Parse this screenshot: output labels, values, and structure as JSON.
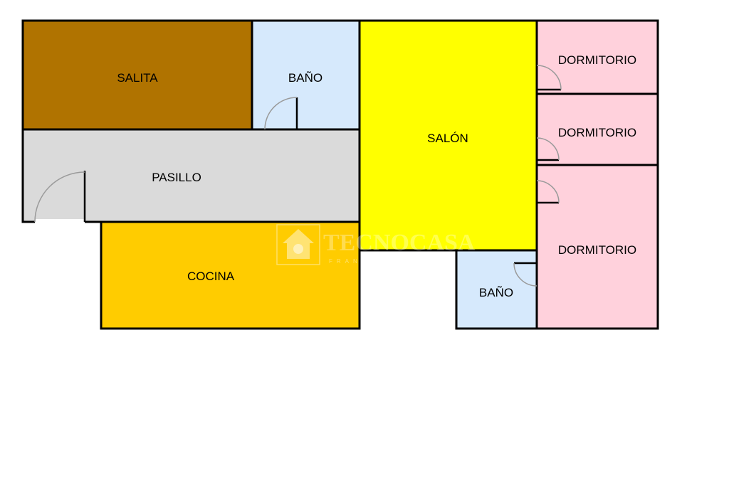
{
  "floor_plan": {
    "rooms": [
      {
        "id": "salita",
        "label": "SALITA",
        "color": "#B07300"
      },
      {
        "id": "bano-1",
        "label": "BAÑO",
        "color": "#D6E9FC"
      },
      {
        "id": "salon",
        "label": "SALÓN",
        "color": "#FFFF00"
      },
      {
        "id": "dormitorio-1",
        "label": "DORMITORIO",
        "color": "#FFD1DC"
      },
      {
        "id": "dormitorio-2",
        "label": "DORMITORIO",
        "color": "#FFD1DC"
      },
      {
        "id": "pasillo",
        "label": "PASILLO",
        "color": "#DADADA"
      },
      {
        "id": "cocina",
        "label": "COCINA",
        "color": "#FFCC00"
      },
      {
        "id": "bano-2",
        "label": "BAÑO",
        "color": "#D6E9FC"
      },
      {
        "id": "dormitorio-3",
        "label": "DORMITORIO",
        "color": "#FFD1DC"
      }
    ]
  },
  "watermark": {
    "brand": "TECNOCASA",
    "sub": "FRANCHISING",
    "icon": "house-icon"
  },
  "colors": {
    "wall": "#000000",
    "door_arc": "#9A9A9A",
    "background": "#FFFFFF"
  }
}
